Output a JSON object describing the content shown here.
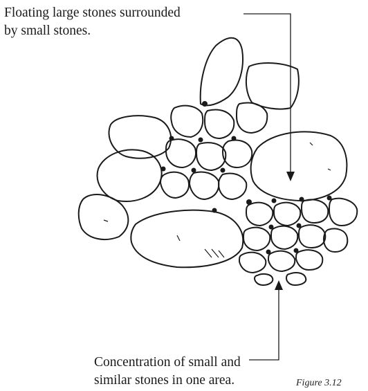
{
  "annotations": {
    "top_line1": "Floating large stones surrounded",
    "top_line2": "by small stones.",
    "bottom_line1": "Concentration of small and",
    "bottom_line2": "similar stones in one area."
  },
  "figure_label": "Figure 3.12",
  "colors": {
    "ink": "#1a1a1a",
    "background": "#ffffff"
  }
}
